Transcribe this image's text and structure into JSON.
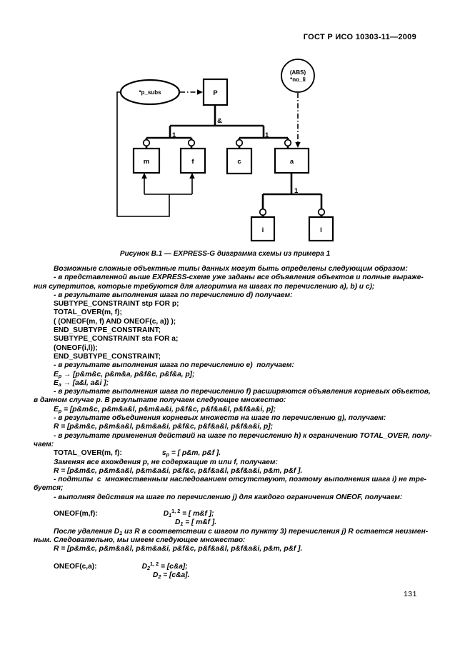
{
  "header": {
    "title": "ГОСТ Р ИСО 10303-11—2009"
  },
  "diagram": {
    "caption": "Рисунок В.1 — EXPRESS-G диаграмма схемы из примера 1",
    "oval_label": "*p_subs",
    "abs_circle_line1": "(ABS)",
    "abs_circle_line2": "*no_li",
    "entity_p": "P",
    "entity_m": "m",
    "entity_f": "f",
    "entity_c": "c",
    "entity_a": "a",
    "entity_i": "i",
    "entity_l": "l",
    "and_label": "&",
    "oneof_label": "1"
  },
  "body": {
    "lines": [
      {
        "ind": true,
        "runs": [
          [
            "i",
            "Возможные сложные объектные типы данных могут быть определены следующим образом:"
          ]
        ]
      },
      {
        "ind": true,
        "runs": [
          [
            "i",
            "- в представленной выше EXPRESS-схеме уже заданы все объявления объектов и полные выраже-"
          ]
        ]
      },
      {
        "ind": false,
        "runs": [
          [
            "i",
            "ния супертипов, которые требуются для алгоритма на шагах по перечислению a), b) и c);"
          ]
        ]
      },
      {
        "ind": true,
        "runs": [
          [
            "i",
            "- в результате выполнения шага по перечислению d) получаем:"
          ]
        ]
      },
      {
        "ind": true,
        "runs": [
          [
            "b",
            "SUBTYPE_CONSTRAINT stp FOR p;"
          ]
        ]
      },
      {
        "ind": true,
        "runs": [
          [
            "b",
            "TOTAL_OVER(m, f);"
          ]
        ]
      },
      {
        "ind": true,
        "runs": [
          [
            "b",
            "( (ONEOF(m, f) AND ONEOF(c, a)) );"
          ]
        ]
      },
      {
        "ind": true,
        "runs": [
          [
            "b",
            "END_SUBTYPE_CONSTRAINT;"
          ]
        ]
      },
      {
        "ind": true,
        "runs": [
          [
            "b",
            "SUBTYPE_CONSTRAINT sta FOR a;"
          ]
        ]
      },
      {
        "ind": true,
        "runs": [
          [
            "b",
            "(ONEOF(i,l));"
          ]
        ]
      },
      {
        "ind": true,
        "runs": [
          [
            "b",
            "END_SUBTYPE_CONSTRAINT;"
          ]
        ]
      },
      {
        "ind": true,
        "runs": [
          [
            "i",
            "- в результате выполнения шага по перечислению e)  получаем:"
          ]
        ]
      },
      {
        "ind": true,
        "runs": [
          [
            "i",
            "E"
          ],
          [
            "sub",
            "p"
          ],
          [
            "i",
            " → [p&m&c, p&m&a, p&f&c, p&f&a, p];"
          ]
        ]
      },
      {
        "ind": true,
        "runs": [
          [
            "i",
            "E"
          ],
          [
            "sub",
            "a"
          ],
          [
            "i",
            " → [a&l, a&i ];"
          ]
        ]
      },
      {
        "ind": true,
        "runs": [
          [
            "i",
            "- в результате выполнения шага по перечислению f) расширяются объявления корневых объектов,"
          ]
        ]
      },
      {
        "ind": false,
        "runs": [
          [
            "i",
            "в данном случае p. В результате получаем следующее множество:"
          ]
        ]
      },
      {
        "ind": true,
        "runs": [
          [
            "i",
            "E"
          ],
          [
            "sub",
            "p"
          ],
          [
            "i",
            " = [p&m&c, p&m&a&l, p&m&a&i, p&f&c, p&f&a&l, p&f&a&i, p];"
          ]
        ]
      },
      {
        "ind": true,
        "runs": [
          [
            "i",
            "- в результате объединения корневых множеств на шаге по перечислению g), получаем:"
          ]
        ]
      },
      {
        "ind": true,
        "runs": [
          [
            "i",
            "R = [p&m&c, p&m&a&l, p&m&a&i, p&f&c, p&f&a&l, p&f&a&i, p];"
          ]
        ]
      },
      {
        "ind": true,
        "runs": [
          [
            "i",
            "- в результате применения действий на шаге по перечислению h) к ограничению TOTAL_OVER, полу-"
          ]
        ]
      },
      {
        "ind": false,
        "runs": [
          [
            "i",
            "чаем:"
          ]
        ]
      },
      {
        "ind": true,
        "runs": [
          [
            "b",
            "TOTAL_OVER(m, f):"
          ],
          [
            "g1",
            ""
          ],
          [
            "i",
            "s"
          ],
          [
            "sub",
            "p"
          ],
          [
            "i",
            " = [ p&m, p&f ]."
          ]
        ]
      },
      {
        "ind": true,
        "runs": [
          [
            "i",
            "Заменяя все вхождения p, не содержащие m или f, получаем:"
          ]
        ]
      },
      {
        "ind": true,
        "runs": [
          [
            "i",
            "R = [p&m&c, p&m&a&l, p&m&a&i, p&f&c, p&f&a&l, p&f&a&i, p&m, p&f ]."
          ]
        ]
      },
      {
        "ind": true,
        "runs": [
          [
            "i",
            "- подтипы  с  множественным наследованием отсутствуют, поэтому выполнения шага i) не тре-"
          ]
        ]
      },
      {
        "ind": false,
        "runs": [
          [
            "i",
            "буется;"
          ]
        ]
      },
      {
        "ind": true,
        "runs": [
          [
            "i",
            "- выполняя действия на шаге по перечислению j) для каждого ограничения ONEOF, получаем:"
          ]
        ]
      },
      {
        "ind": true,
        "gap": 7,
        "runs": [
          [
            "b",
            "ONEOF(m,f):"
          ],
          [
            "g2",
            ""
          ],
          [
            "i",
            "D"
          ],
          [
            "sub",
            "1"
          ],
          [
            "sup",
            "1, 2"
          ],
          [
            "i",
            " = [ m&f ];"
          ]
        ]
      },
      {
        "ind": true,
        "gap": 4,
        "runs": [
          [
            "g3",
            ""
          ],
          [
            "i",
            "D"
          ],
          [
            "sub",
            "1"
          ],
          [
            "i",
            " = [ m&f ]."
          ]
        ]
      },
      {
        "ind": true,
        "runs": [
          [
            "i",
            "После удаления D"
          ],
          [
            "sub",
            "1"
          ],
          [
            "i",
            " из R в соответствии с шагом по пункту 3) перечисления j) R остается неизмен-"
          ]
        ]
      },
      {
        "ind": false,
        "runs": [
          [
            "i",
            "ным. Следовательно, мы имеем следующее множество:"
          ]
        ]
      },
      {
        "ind": true,
        "runs": [
          [
            "i",
            "R = [p&m&c, p&m&a&l, p&m&a&i, p&f&c, p&f&a&l, p&f&a&i, p&m, p&f ]."
          ]
        ]
      },
      {
        "ind": true,
        "gap": 8,
        "runs": [
          [
            "b",
            "ONEOF(c,a):"
          ],
          [
            "g4",
            ""
          ],
          [
            "i",
            "D"
          ],
          [
            "sub",
            "2"
          ],
          [
            "sup",
            "1, 2"
          ],
          [
            "i",
            " = [c&a];"
          ]
        ]
      },
      {
        "ind": true,
        "gap": 4,
        "runs": [
          [
            "g5",
            ""
          ],
          [
            "i",
            "D"
          ],
          [
            "sub",
            "2"
          ],
          [
            "i",
            " = [c&a]."
          ]
        ]
      }
    ]
  },
  "footer": {
    "page_number": "131"
  }
}
